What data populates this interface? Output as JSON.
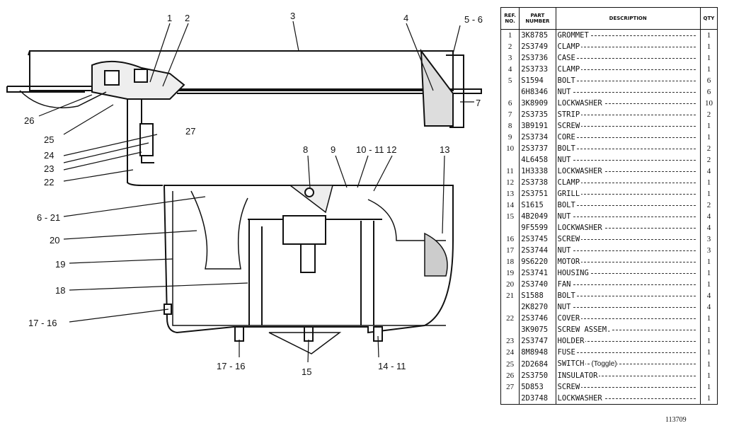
{
  "table": {
    "headers": {
      "ref": "REF.\nNO.",
      "part": "PART\nNUMBER",
      "description": "DESCRIPTION",
      "qty": "QTY"
    },
    "rows": [
      {
        "ref": "1",
        "part": "3K8785",
        "desc": "GROMMET",
        "qty": "1"
      },
      {
        "ref": "2",
        "part": "2S3749",
        "desc": "CLAMP",
        "qty": "1"
      },
      {
        "ref": "3",
        "part": "2S3736",
        "desc": "CASE",
        "qty": "1"
      },
      {
        "ref": "4",
        "part": "2S3733",
        "desc": "CLAMP",
        "qty": "1"
      },
      {
        "ref": "5",
        "part": "S1594",
        "desc": "BOLT",
        "qty": "6"
      },
      {
        "ref": "",
        "part": "6H8346",
        "desc": "NUT",
        "qty": "6"
      },
      {
        "ref": "6",
        "part": "3K8909",
        "desc": "LOCKWASHER",
        "qty": "10"
      },
      {
        "ref": "7",
        "part": "2S3735",
        "desc": "STRIP",
        "qty": "2"
      },
      {
        "ref": "8",
        "part": "3B9191",
        "desc": "SCREW",
        "qty": "1"
      },
      {
        "ref": "9",
        "part": "2S3734",
        "desc": "CORE",
        "qty": "1"
      },
      {
        "ref": "10",
        "part": "2S3737",
        "desc": "BOLT",
        "qty": "2"
      },
      {
        "ref": "",
        "part": "4L6458",
        "desc": "NUT",
        "qty": "2"
      },
      {
        "ref": "11",
        "part": "1H3338",
        "desc": "LOCKWASHER",
        "qty": "4"
      },
      {
        "ref": "12",
        "part": "2S3738",
        "desc": "CLAMP",
        "qty": "1"
      },
      {
        "ref": "13",
        "part": "2S3751",
        "desc": "GRILL",
        "qty": "1"
      },
      {
        "ref": "14",
        "part": "S1615",
        "desc": "BOLT",
        "qty": "2"
      },
      {
        "ref": "15",
        "part": "4B2049",
        "desc": "NUT",
        "qty": "4"
      },
      {
        "ref": "",
        "part": "9F5599",
        "desc": "LOCKWASHER",
        "qty": "4"
      },
      {
        "ref": "16",
        "part": "2S3745",
        "desc": "SCREW",
        "qty": "3"
      },
      {
        "ref": "17",
        "part": "2S3744",
        "desc": "NUT",
        "qty": "3"
      },
      {
        "ref": "18",
        "part": "9S6220",
        "desc": "MOTOR",
        "qty": "1"
      },
      {
        "ref": "19",
        "part": "2S3741",
        "desc": "HOUSING",
        "qty": "1"
      },
      {
        "ref": "20",
        "part": "2S3740",
        "desc": "FAN",
        "qty": "1"
      },
      {
        "ref": "21",
        "part": "S1588",
        "desc": "BOLT",
        "qty": "4"
      },
      {
        "ref": "",
        "part": "2K8270",
        "desc": "NUT",
        "qty": "4"
      },
      {
        "ref": "22",
        "part": "2S3746",
        "desc": "COVER",
        "qty": "1"
      },
      {
        "ref": "",
        "part": "3K9075",
        "desc": "SCREW ASSEM.",
        "qty": "1"
      },
      {
        "ref": "23",
        "part": "2S3747",
        "desc": "HOLDER",
        "qty": "1"
      },
      {
        "ref": "24",
        "part": "8M8948",
        "desc": "FUSE",
        "qty": "1"
      },
      {
        "ref": "25",
        "part": "2D2684",
        "desc": "SWITCH",
        "note": "(Toggle)",
        "qty": "1"
      },
      {
        "ref": "26",
        "part": "2S3750",
        "desc": "INSULATOR",
        "qty": "1"
      },
      {
        "ref": "27",
        "part": "5D853",
        "desc": "SCREW",
        "qty": "1"
      },
      {
        "ref": "",
        "part": "2D3748",
        "desc": "LOCKWASHER",
        "qty": "1"
      }
    ]
  },
  "diagram_labels": [
    "1",
    "2",
    "3",
    "4",
    "5 - 6",
    "7",
    "26",
    "25",
    "27",
    "24",
    "23",
    "22",
    "8",
    "9",
    "10 - 11",
    "12",
    "13",
    "6 - 21",
    "20",
    "19",
    "18",
    "17 - 16",
    "17 - 16",
    "15",
    "14 - 11"
  ],
  "catalog_number": "113709"
}
